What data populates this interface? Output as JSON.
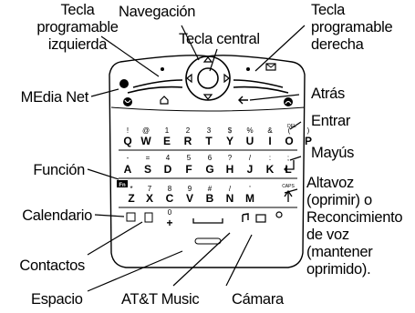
{
  "labels": {
    "tecla_izq_1": "Tecla",
    "tecla_izq_2": "programable",
    "tecla_izq_3": "izquierda",
    "navegacion": "Navegación",
    "tecla_central": "Tecla central",
    "tecla_der_1": "Tecla",
    "tecla_der_2": "programable",
    "tecla_der_3": "derecha",
    "media_net": "MEdia Net",
    "atras": "Atrás",
    "entrar": "Entrar",
    "mayus": "Mayús",
    "funcion": "Función",
    "altavoz_1": "Altavoz",
    "altavoz_2": "(oprimir) o",
    "altavoz_3": "Reconcimiento",
    "altavoz_4": "de voz",
    "altavoz_5": "(mantener",
    "altavoz_6": "oprimido).",
    "calendario": "Calendario",
    "contactos": "Contactos",
    "espacio": "Espacio",
    "att_music": "AT&T Music",
    "camara": "Cámara"
  },
  "keyboard": {
    "row1": [
      {
        "main": "Q",
        "sub": "!"
      },
      {
        "main": "W",
        "sub": "@"
      },
      {
        "main": "E",
        "sub": "1"
      },
      {
        "main": "R",
        "sub": "2"
      },
      {
        "main": "T",
        "sub": "3"
      },
      {
        "main": "Y",
        "sub": "$"
      },
      {
        "main": "U",
        "sub": "%"
      },
      {
        "main": "I",
        "sub": "&"
      },
      {
        "main": "O",
        "sub": "("
      },
      {
        "main": "P",
        "sub": ")"
      }
    ],
    "row2": [
      {
        "main": "A",
        "sub": "-"
      },
      {
        "main": "S",
        "sub": "="
      },
      {
        "main": "D",
        "sub": "4"
      },
      {
        "main": "F",
        "sub": "5"
      },
      {
        "main": "G",
        "sub": "6"
      },
      {
        "main": "H",
        "sub": "?"
      },
      {
        "main": "J",
        "sub": "/"
      },
      {
        "main": "K",
        "sub": ":"
      },
      {
        "main": "L",
        "sub": ";"
      }
    ],
    "row3": [
      {
        "main": "Z",
        "sub": "*"
      },
      {
        "main": "X",
        "sub": "7"
      },
      {
        "main": "C",
        "sub": "8"
      },
      {
        "main": "V",
        "sub": "9"
      },
      {
        "main": "B",
        "sub": "#"
      },
      {
        "main": "N",
        "sub": "/"
      },
      {
        "main": "M",
        "sub": "'"
      }
    ],
    "zero_main": "+",
    "zero_sub": "0",
    "fn_text": "Fn",
    "caps_text": "CAPS",
    "del_text": "DEL"
  }
}
